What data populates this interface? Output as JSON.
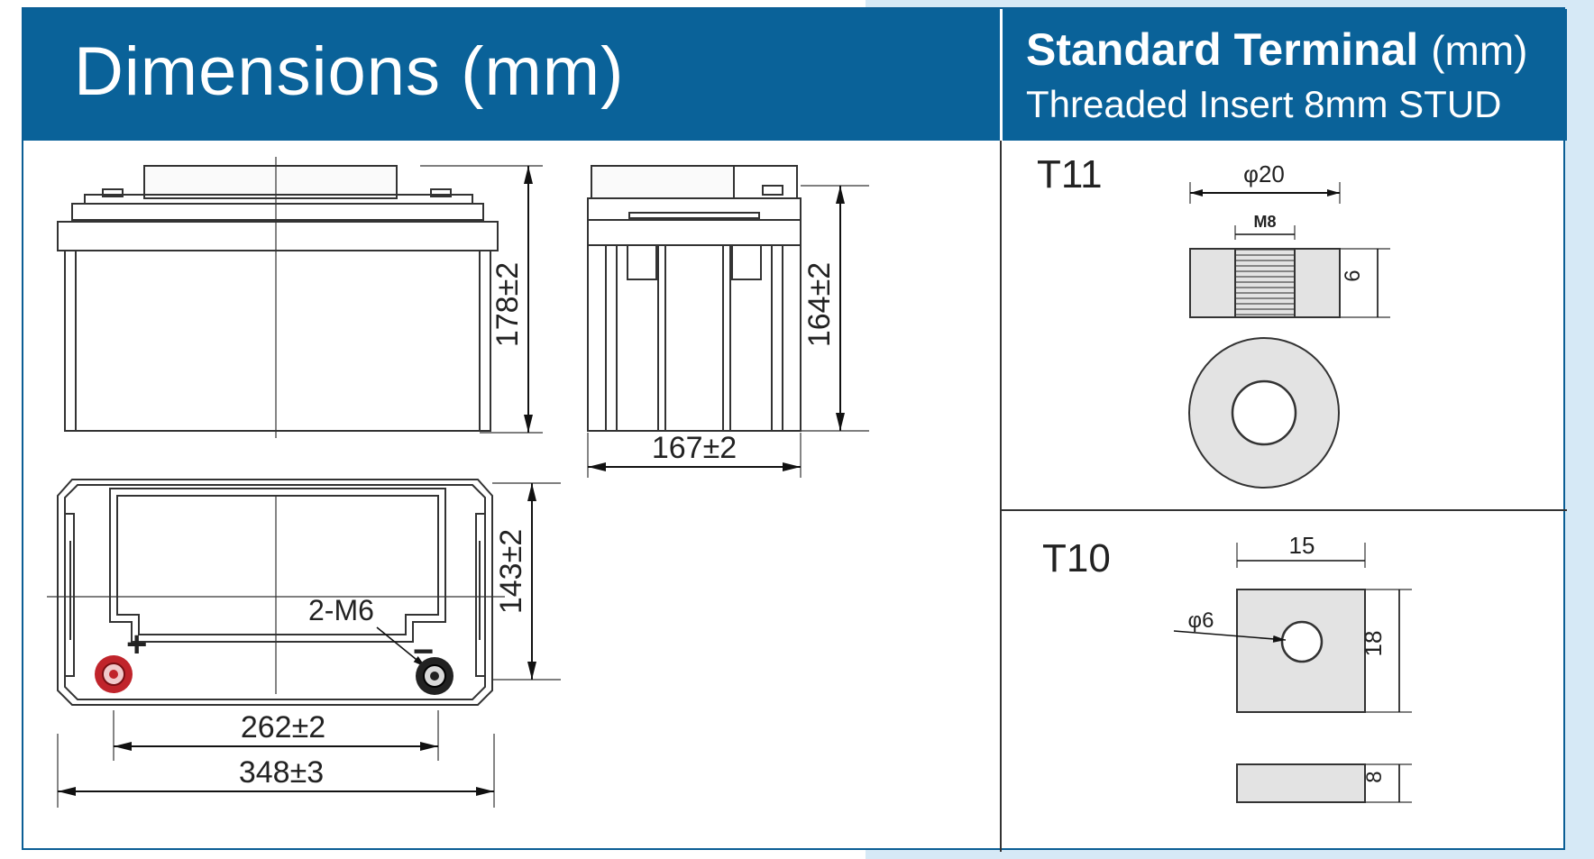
{
  "header": {
    "title": "Dimensions (mm)",
    "terminal_title": "Standard Terminal",
    "terminal_unit": "(mm)",
    "terminal_subtitle": "Threaded Insert 8mm STUD"
  },
  "colors": {
    "header_bg": "#0a6299",
    "positive_terminal": "#c0242b",
    "negative_terminal": "#222222",
    "terminal_fill": "#e6e6e6"
  },
  "battery": {
    "front_height": "178±2",
    "side_height": "164±2",
    "side_width": "167±2",
    "top_depth": "143±2",
    "terminal_spacing": "262±2",
    "overall_length": "348±3",
    "bolt_label": "2-M6",
    "positive_sign": "+",
    "negative_sign": "−"
  },
  "terminals": {
    "t11": {
      "name": "T11",
      "diameter": "φ20",
      "thread": "M8",
      "height": "6"
    },
    "t10": {
      "name": "T10",
      "width": "15",
      "hole": "φ6",
      "height": "18",
      "thickness": "8"
    }
  }
}
